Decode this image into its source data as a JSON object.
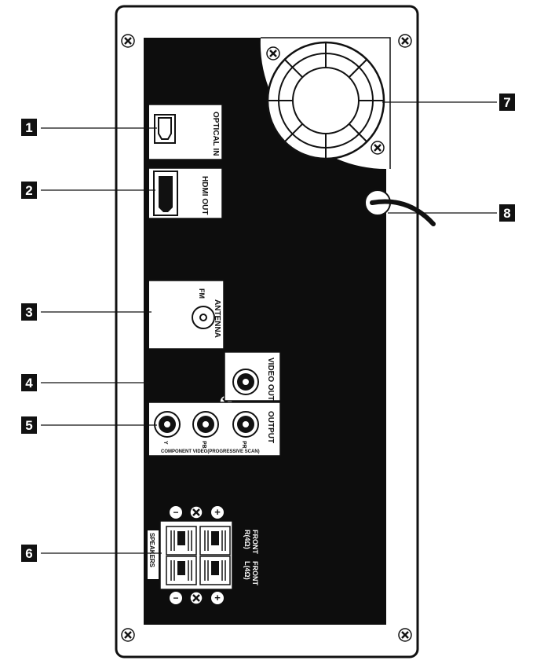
{
  "callouts": [
    {
      "number": "1"
    },
    {
      "number": "2"
    },
    {
      "number": "3"
    },
    {
      "number": "4"
    },
    {
      "number": "5"
    },
    {
      "number": "6"
    },
    {
      "number": "7"
    },
    {
      "number": "8"
    }
  ],
  "labels": {
    "optical_in": "OPTICAL IN",
    "hdmi_out": "HDMI OUT",
    "antenna": "ANTENNA",
    "fm": "FM",
    "video_out": "VIDEO OUT",
    "output": "OUTPUT",
    "y": "Y",
    "pb": "PB",
    "pr": "PR",
    "component_video": "COMPONENT VIDEO(PROGRESSIVE SCAN)",
    "speakers": "SPEAKERS",
    "front_r": "FRONT",
    "front_r_ohm": "R(4Ω)",
    "front_l": "FRONT",
    "front_l_ohm": "L(4Ω)",
    "minus": "−",
    "plus": "+"
  },
  "colors": {
    "panel": "#0d0d0d",
    "outline": "#111111",
    "callout_bg": "#111111",
    "callout_text": "#ffffff",
    "device_body": "#ffffff"
  }
}
